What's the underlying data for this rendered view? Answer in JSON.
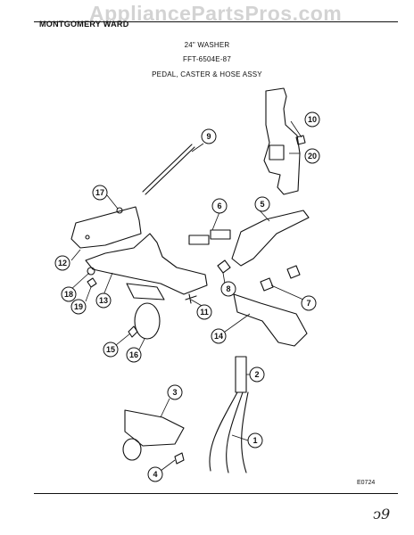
{
  "watermark": "AppliancePartsPros.com",
  "header": {
    "brand": "MONTGOMERY WARD",
    "product": "24\" WASHER",
    "model": "FFT-6504E-87",
    "section": "PEDAL, CASTER & HOSE ASSY"
  },
  "figure_code": "E0724",
  "handwritten_note": "ↄ9",
  "callouts": [
    "1",
    "2",
    "3",
    "4",
    "5",
    "6",
    "7",
    "8",
    "9",
    "10",
    "11",
    "12",
    "13",
    "14",
    "15",
    "16",
    "17",
    "18",
    "19",
    "20"
  ]
}
